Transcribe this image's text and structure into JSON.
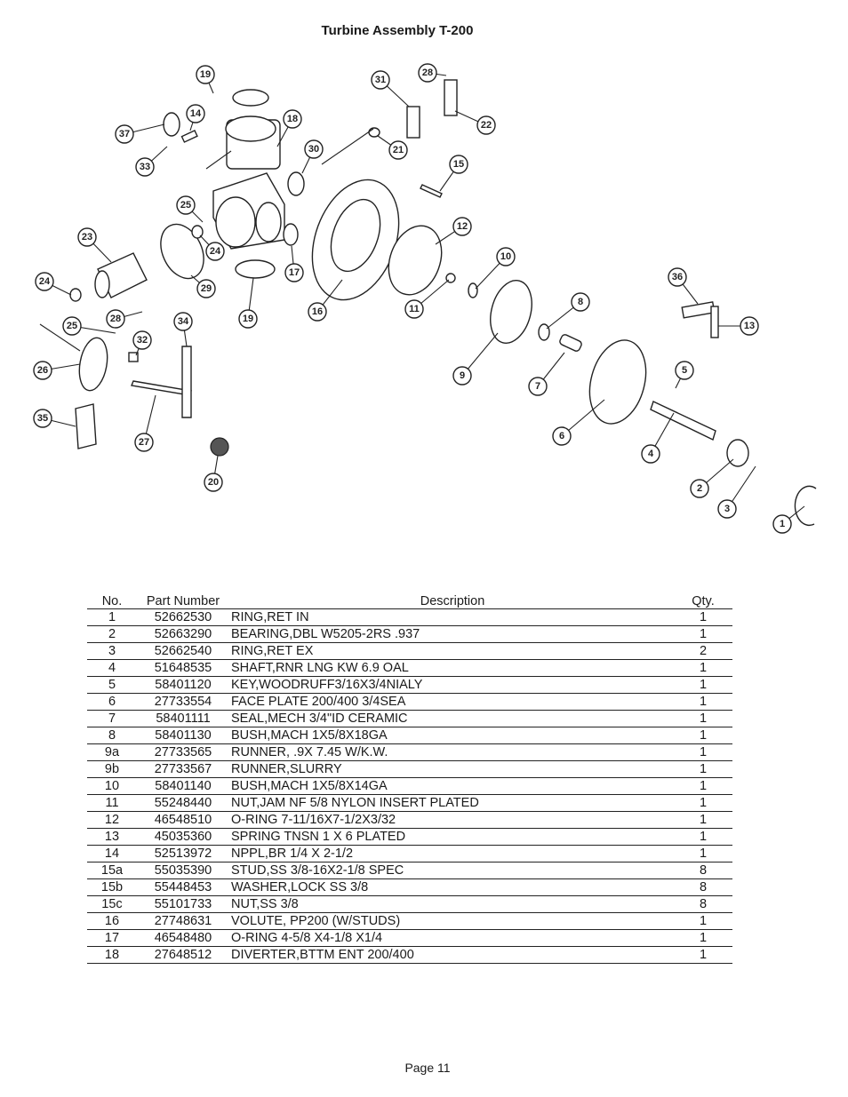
{
  "title": "Turbine Assembly T-200",
  "diagram": {
    "callouts": [
      "1",
      "2",
      "3",
      "4",
      "5",
      "6",
      "7",
      "8",
      "9",
      "10",
      "11",
      "12",
      "13",
      "14",
      "15",
      "16",
      "17",
      "18",
      "19",
      "19",
      "20",
      "21",
      "22",
      "23",
      "24",
      "24",
      "25",
      "25",
      "26",
      "27",
      "28",
      "28",
      "29",
      "30",
      "31",
      "32",
      "33",
      "34",
      "35",
      "36",
      "37"
    ]
  },
  "table": {
    "headers": {
      "no": "No.",
      "part": "Part Number",
      "desc": "Description",
      "qty": "Qty."
    },
    "rows": [
      {
        "no": "1",
        "part": "52662530",
        "desc": "RING,RET IN",
        "qty": "1"
      },
      {
        "no": "2",
        "part": "52663290",
        "desc": "BEARING,DBL W5205-2RS .937",
        "qty": "1"
      },
      {
        "no": "3",
        "part": "52662540",
        "desc": "RING,RET EX",
        "qty": "2"
      },
      {
        "no": "4",
        "part": "51648535",
        "desc": "SHAFT,RNR LNG KW 6.9 OAL",
        "qty": "1"
      },
      {
        "no": "5",
        "part": "58401120",
        "desc": "KEY,WOODRUFF3/16X3/4NIALY",
        "qty": "1"
      },
      {
        "no": "6",
        "part": "27733554",
        "desc": "FACE PLATE 200/400 3/4SEA",
        "qty": "1"
      },
      {
        "no": "7",
        "part": "58401111",
        "desc": "SEAL,MECH 3/4\"ID CERAMIC",
        "qty": "1"
      },
      {
        "no": "8",
        "part": "58401130",
        "desc": "BUSH,MACH 1X5/8X18GA",
        "qty": "1"
      },
      {
        "no": "9a",
        "part": "27733565",
        "desc": "RUNNER, .9X 7.45 W/K.W.",
        "qty": "1"
      },
      {
        "no": "9b",
        "part": "27733567",
        "desc": "RUNNER,SLURRY",
        "qty": "1"
      },
      {
        "no": "10",
        "part": "58401140",
        "desc": "BUSH,MACH 1X5/8X14GA",
        "qty": "1"
      },
      {
        "no": "11",
        "part": "55248440",
        "desc": "NUT,JAM NF 5/8 NYLON INSERT PLATED",
        "qty": "1"
      },
      {
        "no": "12",
        "part": "46548510",
        "desc": "O-RING 7-11/16X7-1/2X3/32",
        "qty": "1"
      },
      {
        "no": "13",
        "part": "45035360",
        "desc": "SPRING TNSN 1 X 6 PLATED",
        "qty": "1"
      },
      {
        "no": "14",
        "part": "52513972",
        "desc": "NPPL,BR 1/4 X 2-1/2",
        "qty": "1"
      },
      {
        "no": "15a",
        "part": "55035390",
        "desc": "STUD,SS 3/8-16X2-1/8 SPEC",
        "qty": "8"
      },
      {
        "no": "15b",
        "part": "55448453",
        "desc": "WASHER,LOCK SS 3/8",
        "qty": "8"
      },
      {
        "no": "15c",
        "part": "55101733",
        "desc": "NUT,SS 3/8",
        "qty": "8"
      },
      {
        "no": "16",
        "part": "27748631",
        "desc": "VOLUTE, PP200 (W/STUDS)",
        "qty": "1"
      },
      {
        "no": "17",
        "part": "46548480",
        "desc": "O-RING 4-5/8 X4-1/8 X1/4",
        "qty": "1"
      },
      {
        "no": "18",
        "part": "27648512",
        "desc": "DIVERTER,BTTM ENT 200/400",
        "qty": "1"
      }
    ]
  },
  "footer": "Page 11"
}
